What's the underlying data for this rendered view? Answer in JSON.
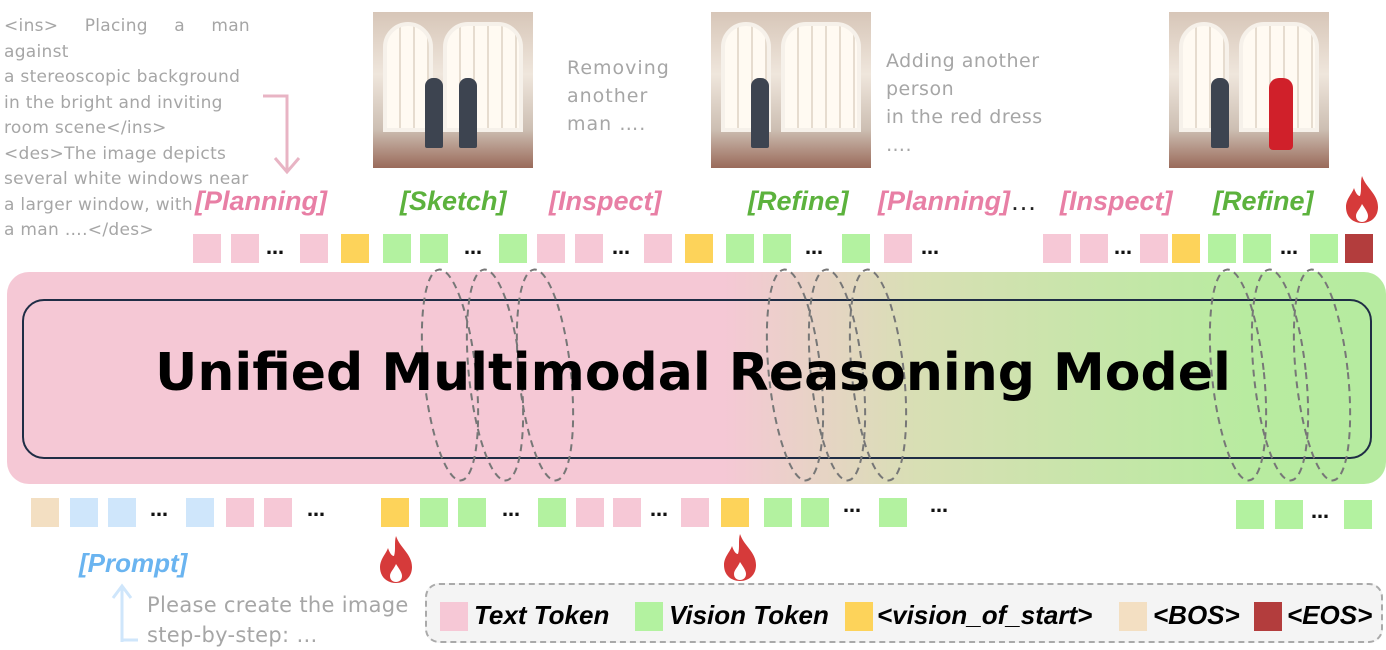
{
  "colors": {
    "text_token": "#f6c8d6",
    "vision_token": "#b3f2a0",
    "vision_start": "#fdd35a",
    "bos": "#f3dfc2",
    "eos": "#b33d3d",
    "prompt_token": "#cfe6fb"
  },
  "planning_text": [
    "<ins> Placing a man against",
    "a stereoscopic background",
    "in the bright and inviting",
    "room scene</ins>",
    "<des>The image depicts",
    "several white windows near",
    "a larger window, with",
    "a man ….</des>"
  ],
  "removing_text": [
    "Removing",
    "another",
    "man …."
  ],
  "adding_text": [
    "Adding another",
    "person",
    "in the red dress",
    "…."
  ],
  "stage_labels": {
    "planning1": "[Planning]",
    "sketch": "[Sketch]",
    "inspect1": "[Inspect]",
    "refine1": "[Refine]",
    "planning2": "[Planning]",
    "ellipsis": "…",
    "inspect2": "[Inspect]",
    "refine2": "[Refine]"
  },
  "model_title": "Unified Multimodal Reasoning Model",
  "dots": "…",
  "prompt_label": "[Prompt]",
  "prompt_text": [
    "Please create the image",
    "step-by-step: …"
  ],
  "legend": {
    "text": "Text Token",
    "vision": "Vision Token",
    "vstart": "<vision_of_start>",
    "bos": "<BOS>",
    "eos": "<EOS>"
  }
}
